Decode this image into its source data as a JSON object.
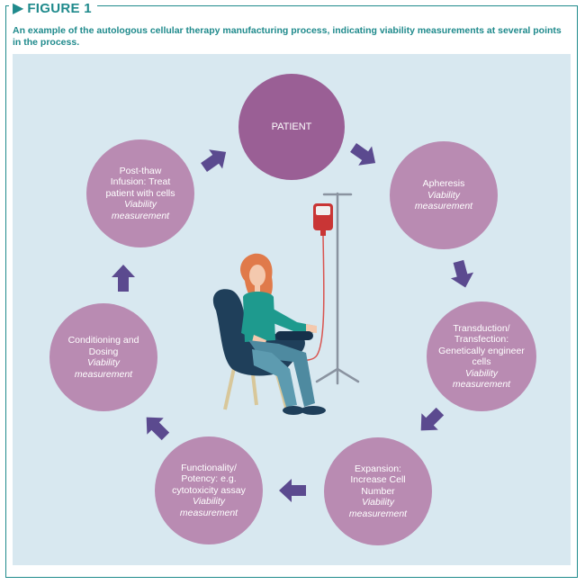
{
  "figure": {
    "label": "FIGURE 1",
    "caption": "An example of the autologous cellular therapy manufacturing process, indicating viability measurements at several points in the process."
  },
  "nodes": {
    "patient": {
      "text": "PATIENT"
    },
    "apheresis": {
      "text": "Apheresis",
      "viability": "Viability measurement"
    },
    "transduction": {
      "text": "Transduction/ Transfection: Genetically engineer cells",
      "viability": "Viability measurement"
    },
    "expansion": {
      "text": "Expansion: Increase Cell Number",
      "viability": "Viability measurement"
    },
    "functionality": {
      "text": "Functionality/ Potency: e.g. cytotoxicity assay",
      "viability": "Viability measurement"
    },
    "conditioning": {
      "text": "Conditioning and Dosing",
      "viability": "Viability measurement"
    },
    "postthaw": {
      "text": "Post-thaw Infusion: Treat patient with cells",
      "viability": "Viability measurement"
    }
  },
  "colors": {
    "teal": "#1f8a8c",
    "panel": "#d8e8f0",
    "node": "#b98bb2",
    "patient_node": "#9a5f95",
    "arrow": "#5b4a8f"
  }
}
